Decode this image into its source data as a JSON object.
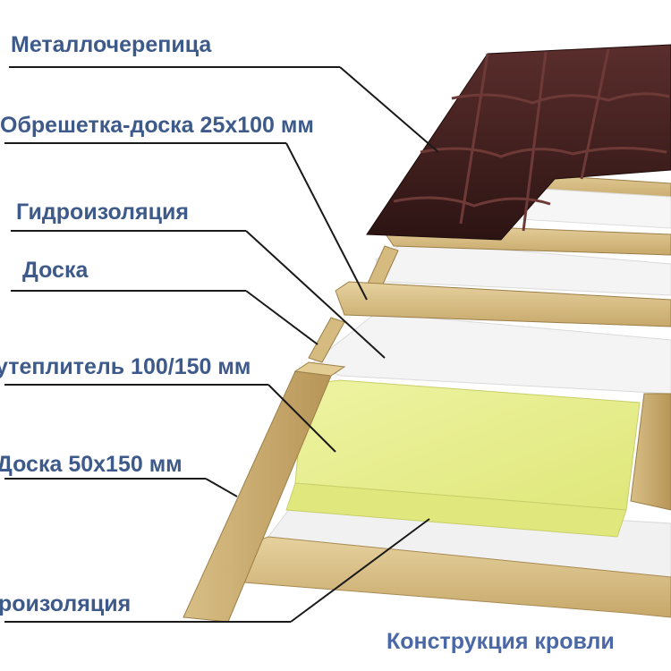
{
  "diagram": {
    "labels": [
      {
        "id": "metal-tile",
        "text": "Металлочерепица"
      },
      {
        "id": "batten",
        "text": "Обрешетка-доска 25х100 мм"
      },
      {
        "id": "waterproofing",
        "text": "Гидроизоляция"
      },
      {
        "id": "counter-board",
        "text": "Доска"
      },
      {
        "id": "insulation",
        "text": "утеплитель 100/150 мм"
      },
      {
        "id": "rafter",
        "text": "Доска 50х150 мм"
      },
      {
        "id": "vapor-barrier",
        "text": "роизоляция"
      }
    ],
    "caption": "Конструкция кровли",
    "colors": {
      "label_text": "#3d5a8a",
      "tile": "#3b1c1b",
      "wood": "#d9c089",
      "insulation": "#e9f08f",
      "membrane": "#f2f2f2"
    }
  }
}
